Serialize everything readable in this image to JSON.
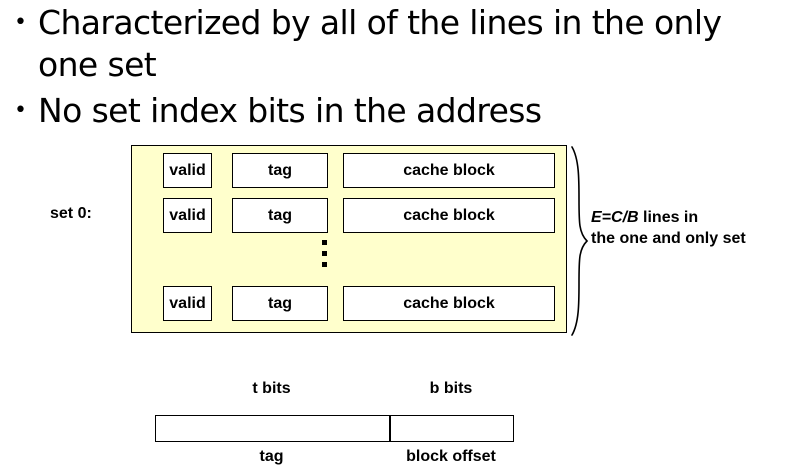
{
  "slide": {
    "bullets": [
      "Characterized by all of the lines in the only one set",
      "No set index bits in the address"
    ],
    "bullet_marker": "•"
  },
  "cache_diagram": {
    "set_label": "set 0:",
    "panel_color": "#FFFFCC",
    "rows": [
      {
        "valid": "valid",
        "tag": "tag",
        "block": "cache block"
      },
      {
        "valid": "valid",
        "tag": "tag",
        "block": "cache block"
      },
      {
        "valid": "valid",
        "tag": "tag",
        "block": "cache block"
      }
    ],
    "ellipsis": "⋮",
    "brace_note_line1_formula": "E=C/B",
    "brace_note_line1_rest": " lines in",
    "brace_note_line2": "the one and only set"
  },
  "address_diagram": {
    "top_labels": [
      "t bits",
      "b bits"
    ],
    "bottom_labels": [
      "tag",
      "block offset"
    ]
  }
}
